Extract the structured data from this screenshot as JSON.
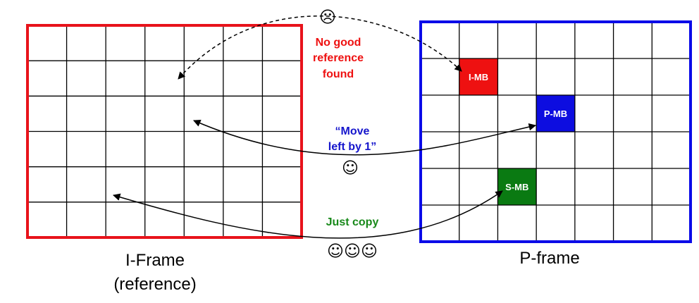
{
  "iframe": {
    "caption_line1": "I-Frame",
    "caption_line2": "(reference)",
    "border_color": "#e8131b",
    "grid_cols": 7,
    "grid_rows": 6
  },
  "pframe": {
    "caption": "P-frame",
    "border_color": "#0b0be8",
    "grid_cols": 7,
    "grid_rows": 6
  },
  "macroblocks": {
    "i_mb": {
      "label": "I-MB",
      "color": "#ee1111",
      "col": 1,
      "row": 1
    },
    "p_mb": {
      "label": "P-MB",
      "color": "#0d0de0",
      "col": 3,
      "row": 2
    },
    "s_mb": {
      "label": "S-MB",
      "color": "#0a7a12",
      "col": 2,
      "row": 4
    }
  },
  "annotations": {
    "no_ref": {
      "line1": "No good",
      "line2": "reference",
      "line3": "found",
      "color": "#ee1111",
      "emoji": "☹",
      "emoji_name": "frowning-face-icon"
    },
    "move": {
      "line1": "“Move",
      "line2": "left by 1”",
      "color": "#1515cc",
      "emoji": "☺",
      "emoji_name": "smiling-face-icon"
    },
    "copy": {
      "line1": "Just copy",
      "color": "#18891a",
      "emoji": "☺☺☺",
      "emoji_name": "three-smiling-faces-icon"
    }
  }
}
